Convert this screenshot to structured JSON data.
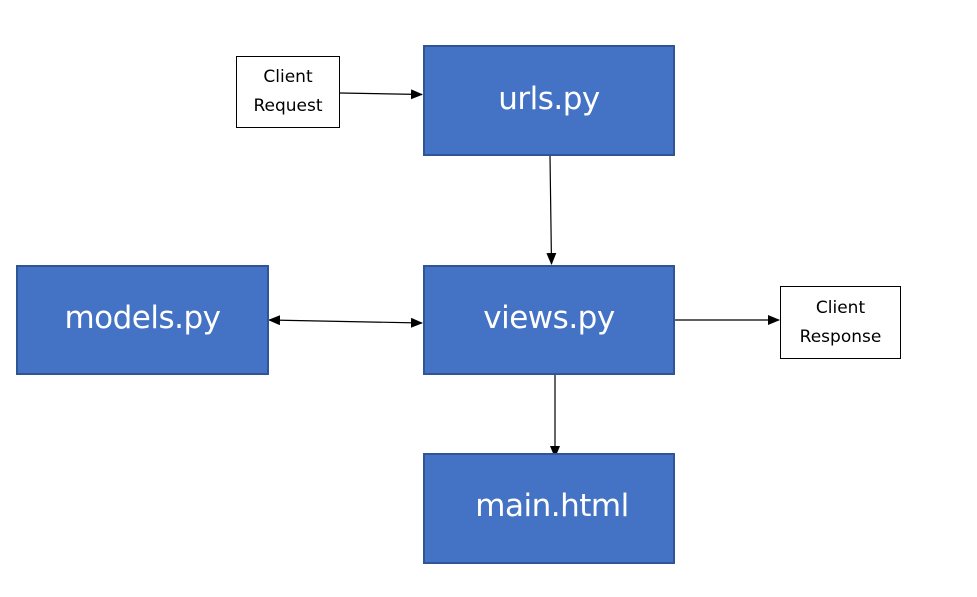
{
  "diagram": {
    "nodes": {
      "client_request": {
        "line1": "Client",
        "line2": "Request"
      },
      "urls": {
        "label": "urls.py"
      },
      "views": {
        "label": "views.py"
      },
      "models": {
        "label": "models.py"
      },
      "main": {
        "label": "main.html"
      },
      "client_response": {
        "line1": "Client",
        "line2": "Response"
      }
    },
    "edges": [
      {
        "from": "Client Request",
        "to": "urls.py",
        "direction": "forward"
      },
      {
        "from": "urls.py",
        "to": "views.py",
        "direction": "forward"
      },
      {
        "from": "views.py",
        "to": "models.py",
        "direction": "bidirectional"
      },
      {
        "from": "views.py",
        "to": "Client Response",
        "direction": "forward"
      },
      {
        "from": "views.py",
        "to": "main.html",
        "direction": "forward"
      }
    ],
    "colors": {
      "node_fill": "#4472c4",
      "node_border": "#2f5597",
      "node_text": "#ffffff",
      "edge": "#000000"
    }
  }
}
